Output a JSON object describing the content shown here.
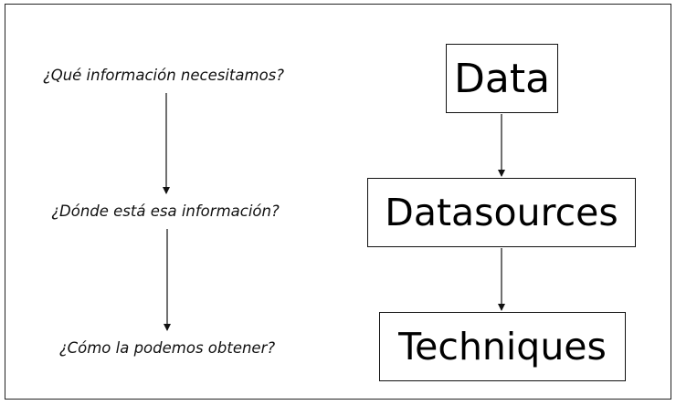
{
  "questions": [
    "¿Qué información necesitamos?",
    "¿Dónde está esa información?",
    "¿Cómo la podemos obtener?"
  ],
  "boxes": [
    "Data",
    "Datasources",
    "Techniques"
  ],
  "colors": {
    "border": "#111111",
    "text": "#000000",
    "background": "#ffffff"
  }
}
